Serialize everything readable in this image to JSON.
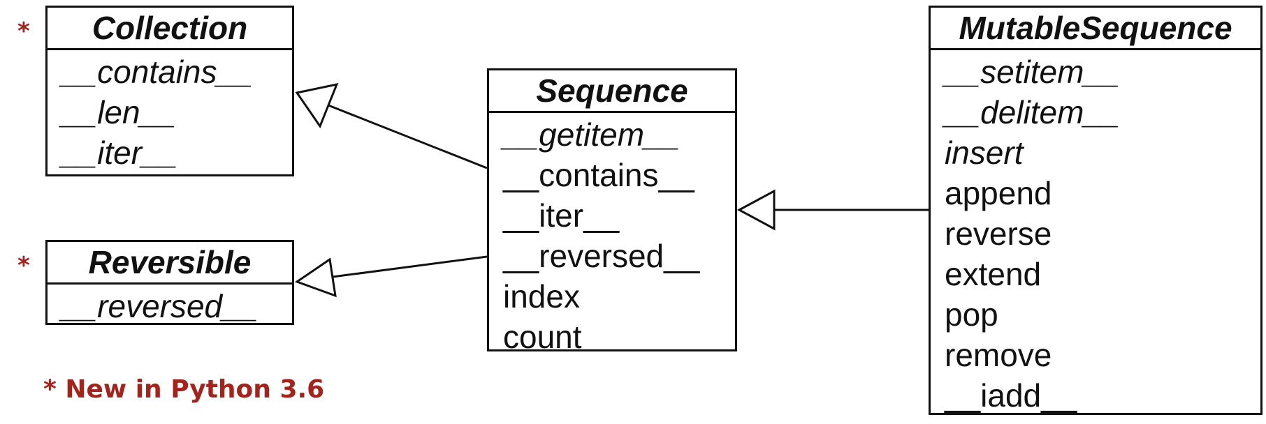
{
  "classes": {
    "collection": {
      "name": "Collection",
      "marker": "*",
      "methods": [
        {
          "name": "__contains__",
          "abstract": true
        },
        {
          "name": "__len__",
          "abstract": true
        },
        {
          "name": "__iter__",
          "abstract": true
        }
      ]
    },
    "reversible": {
      "name": "Reversible",
      "marker": "*",
      "methods": [
        {
          "name": "__reversed__",
          "abstract": true
        }
      ]
    },
    "sequence": {
      "name": "Sequence",
      "methods": [
        {
          "name": "__getitem__",
          "abstract": true
        },
        {
          "name": "__contains__",
          "abstract": false
        },
        {
          "name": "__iter__",
          "abstract": false
        },
        {
          "name": "__reversed__",
          "abstract": false
        },
        {
          "name": "index",
          "abstract": false
        },
        {
          "name": "count",
          "abstract": false
        }
      ]
    },
    "mutable_sequence": {
      "name": "MutableSequence",
      "methods": [
        {
          "name": "__setitem__",
          "abstract": true
        },
        {
          "name": "__delitem__",
          "abstract": true
        },
        {
          "name": "insert",
          "abstract": true
        },
        {
          "name": "append",
          "abstract": false
        },
        {
          "name": "reverse",
          "abstract": false
        },
        {
          "name": "extend",
          "abstract": false
        },
        {
          "name": "pop",
          "abstract": false
        },
        {
          "name": "remove",
          "abstract": false
        },
        {
          "name": "__iadd__",
          "abstract": false
        }
      ]
    }
  },
  "footnote": "* New in Python 3.6",
  "colors": {
    "ink": "#111111",
    "footnote": "#a3241c"
  }
}
